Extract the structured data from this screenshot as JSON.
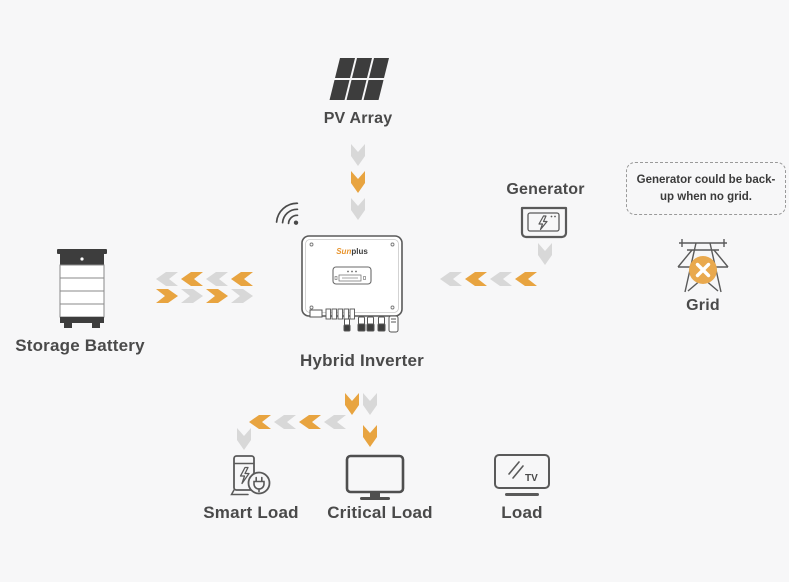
{
  "canvas": {
    "background": "#f7f7f8"
  },
  "colors": {
    "flow_orange": "#E8A440",
    "flow_gray": "#D8D8D8",
    "icon_stroke": "#555555",
    "icon_dark": "#3d3d3d",
    "label_text": "#4a4a4a",
    "grid_badge_orange": "#E9A94E",
    "brand_orange": "#E8952F"
  },
  "nodes": {
    "pv_array": {
      "label": "PV Array"
    },
    "generator": {
      "label": "Generator"
    },
    "grid": {
      "label": "Grid"
    },
    "storage_battery": {
      "label": "Storage Battery"
    },
    "hybrid_inverter": {
      "label": "Hybrid Inverter",
      "brand_part1": "Sun",
      "brand_part2": "plus"
    },
    "smart_load": {
      "label": "Smart Load"
    },
    "critical_load": {
      "label": "Critical Load"
    },
    "load": {
      "label": "Load",
      "icon_text": "TV"
    }
  },
  "note": {
    "text": "Generator could be back-up when no grid."
  },
  "arrows": {
    "pv_to_inverter": {
      "direction": "down",
      "colors": [
        "gray",
        "orange",
        "gray"
      ]
    },
    "inverter_to_battery": {
      "direction": "left",
      "colors": [
        "gray",
        "orange",
        "gray",
        "orange"
      ]
    },
    "battery_to_inverter": {
      "direction": "right",
      "colors": [
        "orange",
        "gray",
        "orange",
        "gray"
      ]
    },
    "generator_down": {
      "direction": "down",
      "colors": [
        "gray"
      ]
    },
    "generator_to_inverter": {
      "direction": "left",
      "colors": [
        "gray",
        "orange",
        "gray",
        "orange"
      ]
    },
    "inverter_down_orange": {
      "direction": "down",
      "colors": [
        "orange"
      ]
    },
    "inverter_down_gray": {
      "direction": "down",
      "colors": [
        "gray"
      ]
    },
    "to_smart_load_row": {
      "direction": "left",
      "colors": [
        "orange",
        "gray",
        "orange",
        "gray"
      ]
    },
    "to_smart_load_down": {
      "direction": "down",
      "colors": [
        "gray"
      ]
    },
    "to_critical_load_down": {
      "direction": "down",
      "colors": [
        "orange"
      ]
    }
  }
}
